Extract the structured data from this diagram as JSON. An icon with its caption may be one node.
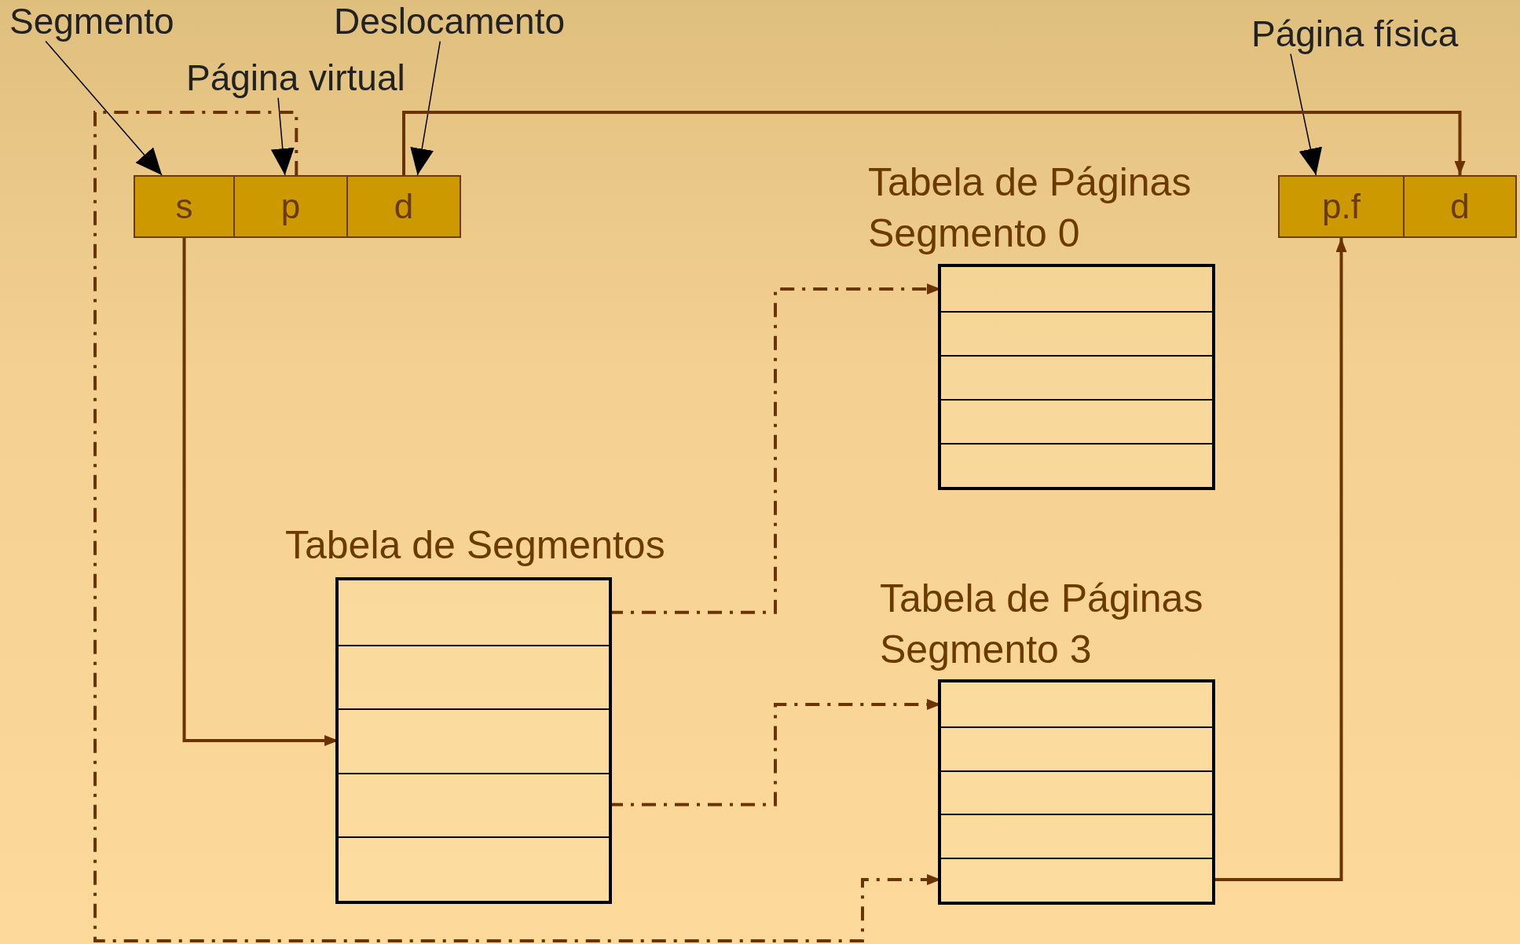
{
  "diagram": {
    "nodes": [
      {
        "text": [
          "Segmento"
        ]
      },
      {
        "text": [
          "Deslocamento"
        ]
      },
      {
        "text": [
          "Página virtual"
        ]
      },
      {
        "text": [
          "Página física"
        ]
      },
      {
        "text": [
          "s"
        ]
      },
      {
        "text": [
          "p"
        ]
      },
      {
        "text": [
          "d"
        ]
      },
      {
        "text": [
          "Tabela de Páginas Segmento 0"
        ]
      },
      {
        "text": [
          "p.f"
        ]
      },
      {
        "text": [
          "d"
        ]
      },
      {
        "text": [],
        "shape": "box",
        "in": 7
      },
      {
        "text": [],
        "shape": "box",
        "in": 7
      },
      {
        "text": [],
        "shape": "box",
        "in": 7
      },
      {
        "text": [],
        "shape": "box",
        "in": 7
      },
      {
        "text": [],
        "shape": "box",
        "in": 7
      },
      {
        "text": [
          "Tabela de Segmentos"
        ]
      },
      {
        "text": [],
        "shape": "box",
        "in": 15
      },
      {
        "text": [],
        "shape": "box",
        "in": 15
      },
      {
        "text": [],
        "shape": "box",
        "in": 15
      },
      {
        "text": [],
        "shape": "box",
        "in": 15
      },
      {
        "text": [],
        "shape": "box",
        "in": 15
      },
      {
        "text": [
          "Tabela de Páginas Segmento 3"
        ]
      },
      {
        "text": [],
        "shape": "box",
        "in": 21
      },
      {
        "text": [],
        "shape": "box",
        "in": 21
      },
      {
        "text": [],
        "shape": "box",
        "in": 21
      },
      {
        "text": [],
        "shape": "box",
        "in": 21
      },
      {
        "text": [],
        "shape": "box",
        "in": 21
      }
    ],
    "edges": [
      {
        "from": 0,
        "to": 4,
        "arrow": "to",
        "color": "#000000"
      },
      {
        "from": 2,
        "to": 5,
        "arrow": "to",
        "color": "#000000"
      },
      {
        "from": 1,
        "to": 6,
        "arrow": "to",
        "color": "#000000"
      },
      {
        "from": 3,
        "to": 8,
        "arrow": "to",
        "color": "#000000"
      },
      {
        "from": 4,
        "to": 18,
        "arrow": "to",
        "color": "#6b3300"
      },
      {
        "from": 16,
        "to": 10,
        "arrow": "to",
        "style": "dashed",
        "color": "#6b3300"
      },
      {
        "from": 19,
        "to": 22,
        "arrow": "to",
        "style": "dashed",
        "color": "#6b3300"
      },
      {
        "from": 5,
        "to": 26,
        "arrow": "to",
        "style": "dashed",
        "color": "#6b3300"
      },
      {
        "from": 26,
        "to": 8,
        "arrow": "to",
        "color": "#6b3300"
      },
      {
        "from": 6,
        "to": 9,
        "arrow": "to",
        "color": "#6b3300"
      }
    ]
  }
}
